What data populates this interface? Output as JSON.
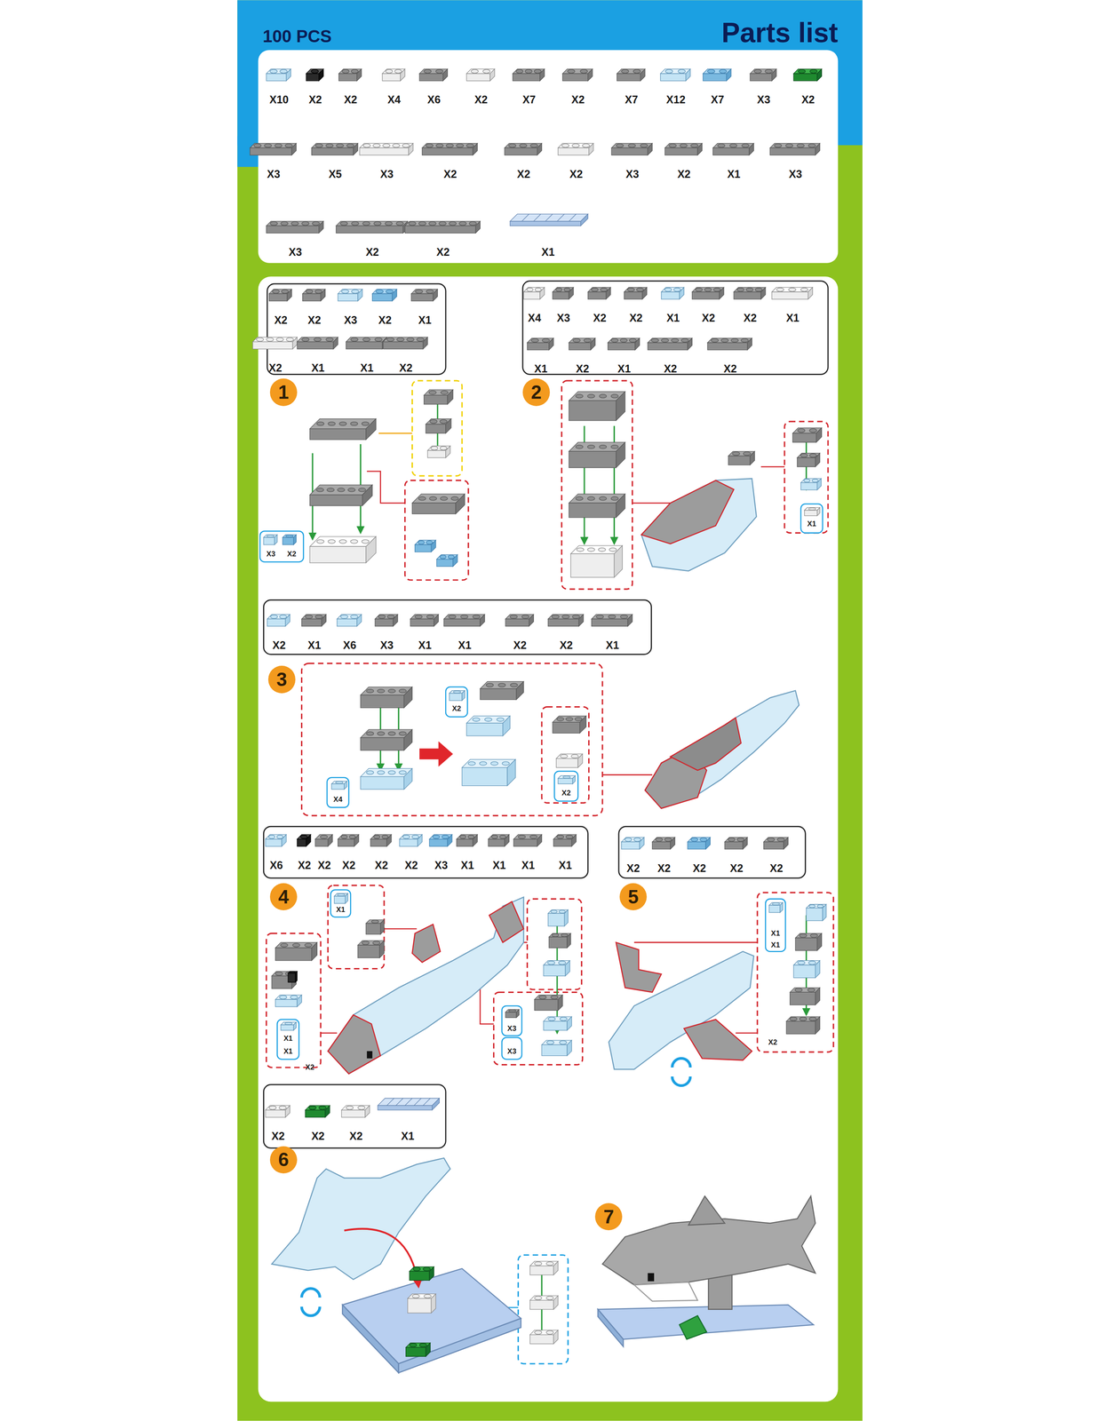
{
  "diagram": {
    "nodes": [
      {
        "text": [
          "100 PCS",
          "Parts list"
        ]
      },
      {
        "text": [
          "X10",
          "X2",
          "X2",
          "X4",
          "X6",
          "X2",
          "X7",
          "X2",
          "X7",
          "X12",
          "X7",
          "X3",
          "X2",
          "X3",
          "X5",
          "X3",
          "X2",
          "X2",
          "X2",
          "X3",
          "X2",
          "X1",
          "X3",
          "X3",
          "X2",
          "X2",
          "X1"
        ]
      },
      {
        "text": [
          "X2",
          "X2",
          "X3",
          "X2",
          "X1",
          "X2",
          "X1",
          "X1",
          "X2"
        ]
      },
      {
        "text": [
          "X4",
          "X3",
          "X2",
          "X2",
          "X1",
          "X2",
          "X2",
          "X1",
          "X1",
          "X2",
          "X1",
          "X2",
          "X2"
        ]
      },
      {
        "text": [
          "1"
        ]
      },
      {
        "text": [
          "2"
        ]
      },
      {
        "text": [
          "X2",
          "X1",
          "X6",
          "X3",
          "X1",
          "X1",
          "X2",
          "X2",
          "X1"
        ]
      },
      {
        "text": [
          "3"
        ]
      },
      {
        "text": [
          "X6",
          "X2",
          "X2",
          "X2",
          "X2",
          "X2",
          "X3",
          "X1",
          "X1",
          "X1",
          "X1"
        ]
      },
      {
        "text": [
          "X2",
          "X2",
          "X2",
          "X2",
          "X2"
        ]
      },
      {
        "text": [
          "4"
        ]
      },
      {
        "text": [
          "5"
        ]
      },
      {
        "text": [
          "X2",
          "X2",
          "X2",
          "X1"
        ]
      },
      {
        "text": [
          "6"
        ]
      },
      {
        "text": [
          "7"
        ]
      }
    ],
    "labels": [
      "X3",
      "X2",
      "X1",
      "X2",
      "X4",
      "X2",
      "X1",
      "X1",
      "X1",
      "X2",
      "X3",
      "X3",
      "X1",
      "X1",
      "X2"
    ]
  }
}
